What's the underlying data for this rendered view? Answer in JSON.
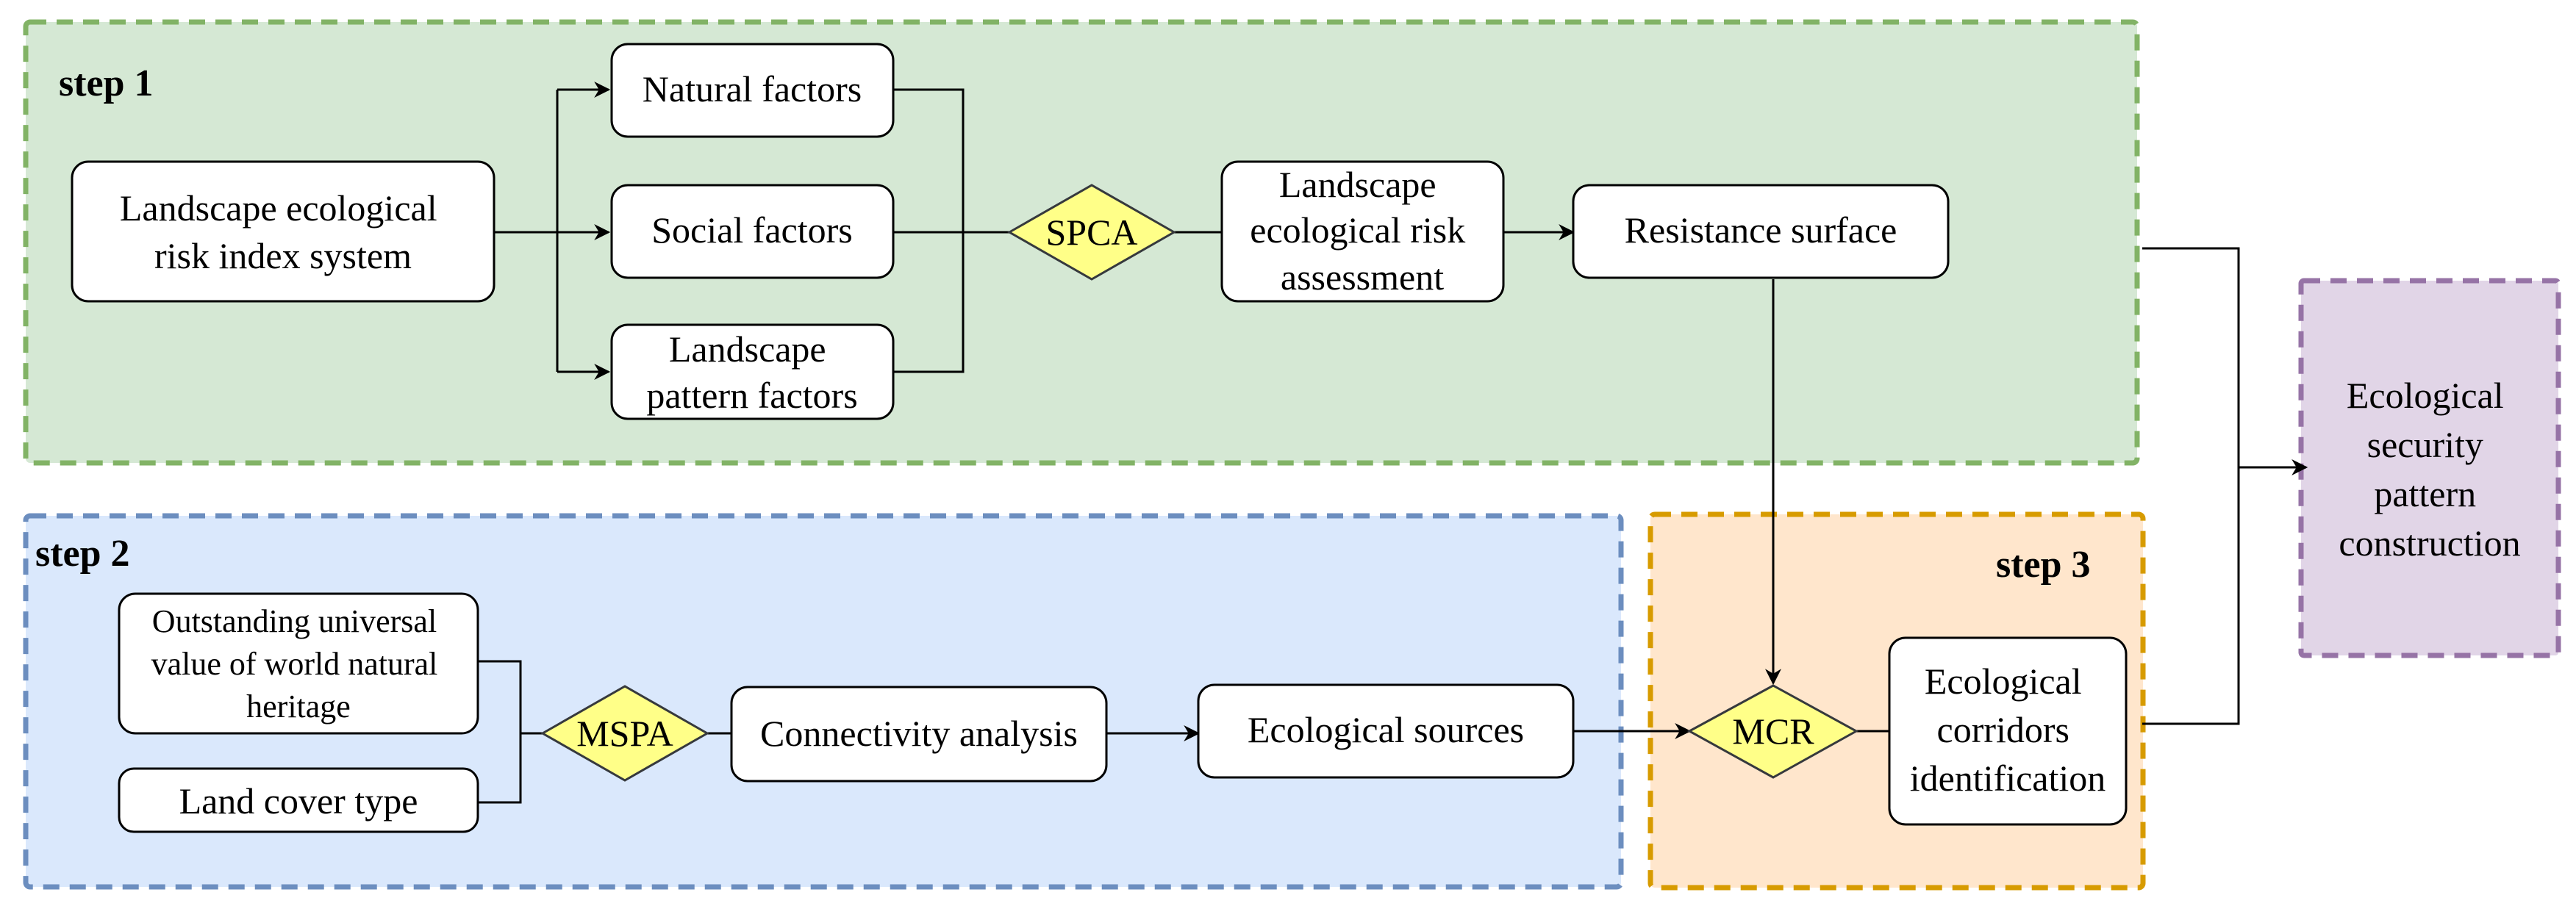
{
  "colors": {
    "step1_fill": "#d5e8d4",
    "step1_border": "#82b366",
    "step2_fill": "#dae8fc",
    "step2_border": "#6c8ebf",
    "step3_fill": "#ffe6cc",
    "step3_border": "#d79b00",
    "output_fill": "#e1d5e7",
    "output_border": "#9673a6",
    "diamond_fill": "#ffff88",
    "diamond_border": "#36393d"
  },
  "steps": {
    "step1": "step 1",
    "step2": "step 2",
    "step3": "step 3"
  },
  "nodes": {
    "risk_index": [
      "Landscape ecological",
      "risk index system"
    ],
    "natural": [
      "Natural factors"
    ],
    "social": [
      "Social factors"
    ],
    "pattern": [
      "Landscape",
      "pattern factors"
    ],
    "spca": [
      "SPCA"
    ],
    "risk_assessment": [
      "Landscape",
      "ecological risk",
      "assessment"
    ],
    "resistance": [
      "Resistance surface"
    ],
    "ouv": [
      "Outstanding universal",
      "value of world natural",
      "heritage"
    ],
    "land_cover": [
      "Land cover type"
    ],
    "mspa": [
      "MSPA"
    ],
    "connectivity": [
      "Connectivity analysis"
    ],
    "eco_sources": [
      "Ecological sources"
    ],
    "mcr": [
      "MCR"
    ],
    "corridors": [
      "Ecological",
      "corridors",
      "identification"
    ],
    "output": [
      "Ecological",
      "security",
      "pattern",
      "construction"
    ]
  }
}
